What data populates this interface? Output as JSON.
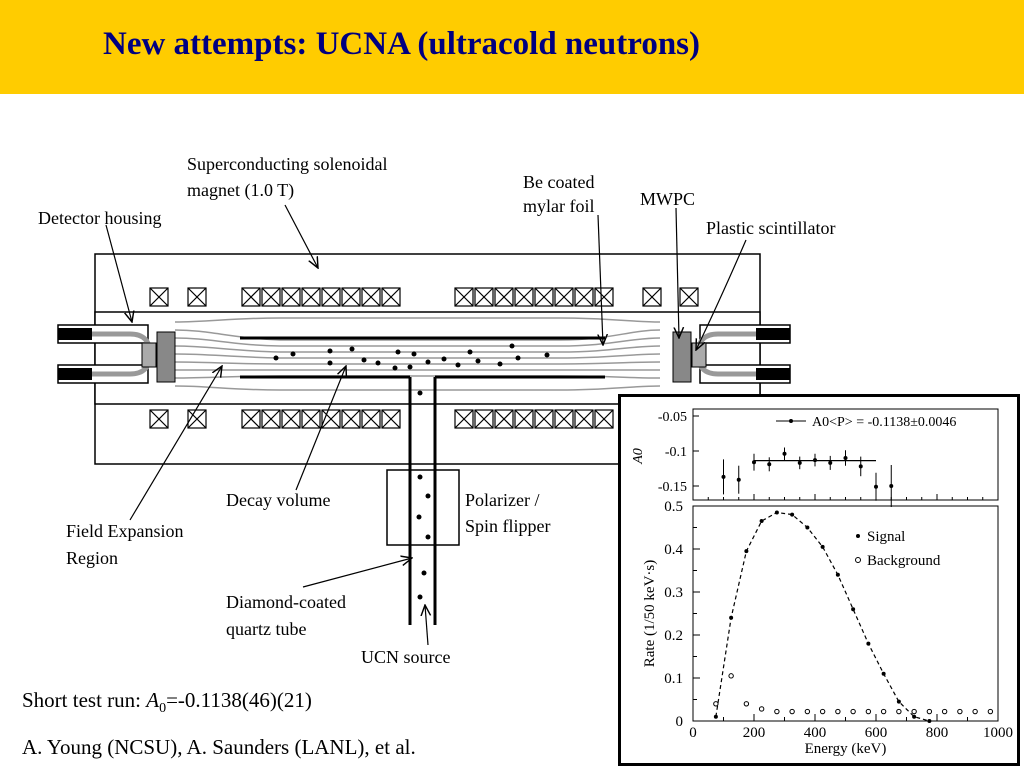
{
  "title": "New attempts: UCNA (ultracold neutrons)",
  "labels": {
    "magnet_1": "Superconducting solenoidal",
    "magnet_2": "magnet (1.0 T)",
    "detector_housing": "Detector housing",
    "be_foil_1": "Be coated",
    "be_foil_2": "mylar foil",
    "mwpc": "MWPC",
    "scintillator": "Plastic scintillator",
    "decay_volume": "Decay volume",
    "field_expansion_1": "Field Expansion",
    "field_expansion_2": "Region",
    "polarizer_1": "Polarizer /",
    "polarizer_2": "Spin flipper",
    "quartz_1": "Diamond-coated",
    "quartz_2": "quartz tube",
    "ucn_source": "UCN source"
  },
  "short_run": {
    "prefix": "Short test run: ",
    "symbol": "A",
    "subscript": "0",
    "value": "=-0.1138(46)(21)"
  },
  "authors": "A. Young (NCSU), A. Saunders (LANL), et al.",
  "chart_data": [
    {
      "type": "scatter",
      "ylabel": "A0",
      "legend": "A0<P> = -0.1138±0.0046",
      "y_ticks": [
        "-0.05",
        "-0.1",
        "-0.15"
      ],
      "ylim": [
        -0.17,
        -0.04
      ],
      "xlim": [
        0,
        1000
      ],
      "fit_value": -0.1138,
      "fit_range": [
        200,
        600
      ],
      "points": [
        {
          "x": 100,
          "y": -0.137,
          "err": 0.025
        },
        {
          "x": 150,
          "y": -0.141,
          "err": 0.02
        },
        {
          "x": 200,
          "y": -0.116,
          "err": 0.012
        },
        {
          "x": 250,
          "y": -0.119,
          "err": 0.01
        },
        {
          "x": 300,
          "y": -0.104,
          "err": 0.009
        },
        {
          "x": 350,
          "y": -0.117,
          "err": 0.009
        },
        {
          "x": 400,
          "y": -0.113,
          "err": 0.009
        },
        {
          "x": 450,
          "y": -0.117,
          "err": 0.01
        },
        {
          "x": 500,
          "y": -0.11,
          "err": 0.011
        },
        {
          "x": 550,
          "y": -0.122,
          "err": 0.014
        },
        {
          "x": 600,
          "y": -0.151,
          "err": 0.02
        },
        {
          "x": 650,
          "y": -0.15,
          "err": 0.03
        }
      ]
    },
    {
      "type": "scatter",
      "xlabel": "Energy (keV)",
      "ylabel": "Rate (1/50 keV·s)",
      "xlim": [
        0,
        1000
      ],
      "ylim": [
        0,
        0.5
      ],
      "x_ticks": [
        "0",
        "200",
        "400",
        "600",
        "800",
        "1000"
      ],
      "y_ticks": [
        "0",
        "0.1",
        "0.2",
        "0.3",
        "0.4",
        "0.5"
      ],
      "legend": [
        "Signal",
        "Background"
      ],
      "series": [
        {
          "name": "Signal",
          "x": [
            75,
            125,
            175,
            225,
            275,
            325,
            375,
            425,
            475,
            525,
            575,
            625,
            675,
            725,
            775
          ],
          "y": [
            0.01,
            0.24,
            0.395,
            0.465,
            0.485,
            0.48,
            0.45,
            0.405,
            0.34,
            0.26,
            0.18,
            0.11,
            0.045,
            0.01,
            0.0
          ]
        },
        {
          "name": "Background",
          "x": [
            75,
            125,
            175,
            225,
            275,
            325,
            375,
            425,
            475,
            525,
            575,
            625,
            675,
            725,
            775,
            825,
            875,
            925,
            975
          ],
          "y": [
            0.04,
            0.105,
            0.04,
            0.028,
            0.022,
            0.022,
            0.022,
            0.022,
            0.022,
            0.022,
            0.022,
            0.022,
            0.022,
            0.022,
            0.022,
            0.022,
            0.022,
            0.022,
            0.022
          ]
        }
      ]
    }
  ]
}
